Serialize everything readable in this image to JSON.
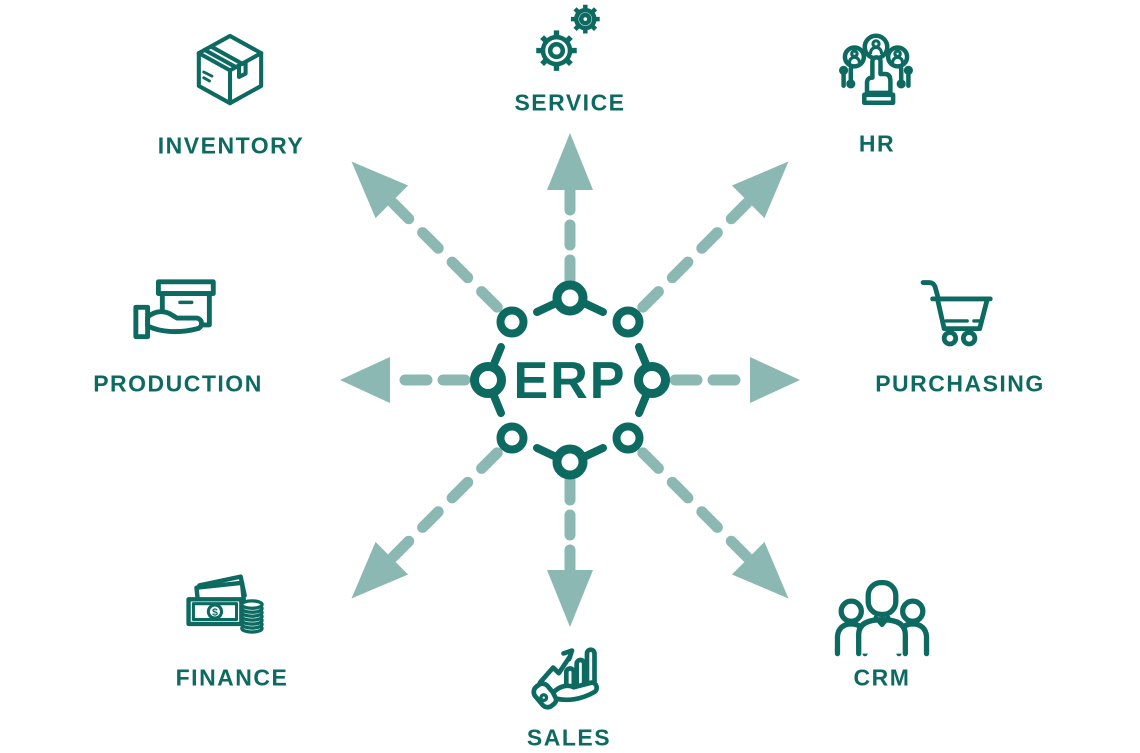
{
  "diagram": {
    "type": "hub-and-spoke",
    "description": "ERP central hub with eight dashed arrows pointing outward to business modules"
  },
  "colors": {
    "primary_teal": "#0d6a61",
    "arrow_sage": "#8bb8b2",
    "background": "#ffffff"
  },
  "center": {
    "label": "ERP"
  },
  "modules": [
    {
      "id": "inventory",
      "label": "INVENTORY",
      "icon": "package-box-icon",
      "position": "top-left"
    },
    {
      "id": "service",
      "label": "SERVICE",
      "icon": "gears-icon",
      "position": "top"
    },
    {
      "id": "hr",
      "label": "HR",
      "icon": "candidate-select-icon",
      "position": "top-right"
    },
    {
      "id": "production",
      "label": "PRODUCTION",
      "icon": "hand-holding-box-icon",
      "position": "left"
    },
    {
      "id": "purchasing",
      "label": "PURCHASING",
      "icon": "shopping-cart-icon",
      "position": "right"
    },
    {
      "id": "finance",
      "label": "FINANCE",
      "icon": "cash-and-coins-icon",
      "position": "bottom-left"
    },
    {
      "id": "sales",
      "label": "SALES",
      "icon": "growth-chart-hand-icon",
      "position": "bottom"
    },
    {
      "id": "crm",
      "label": "CRM",
      "icon": "customer-group-icon",
      "position": "bottom-right"
    }
  ]
}
